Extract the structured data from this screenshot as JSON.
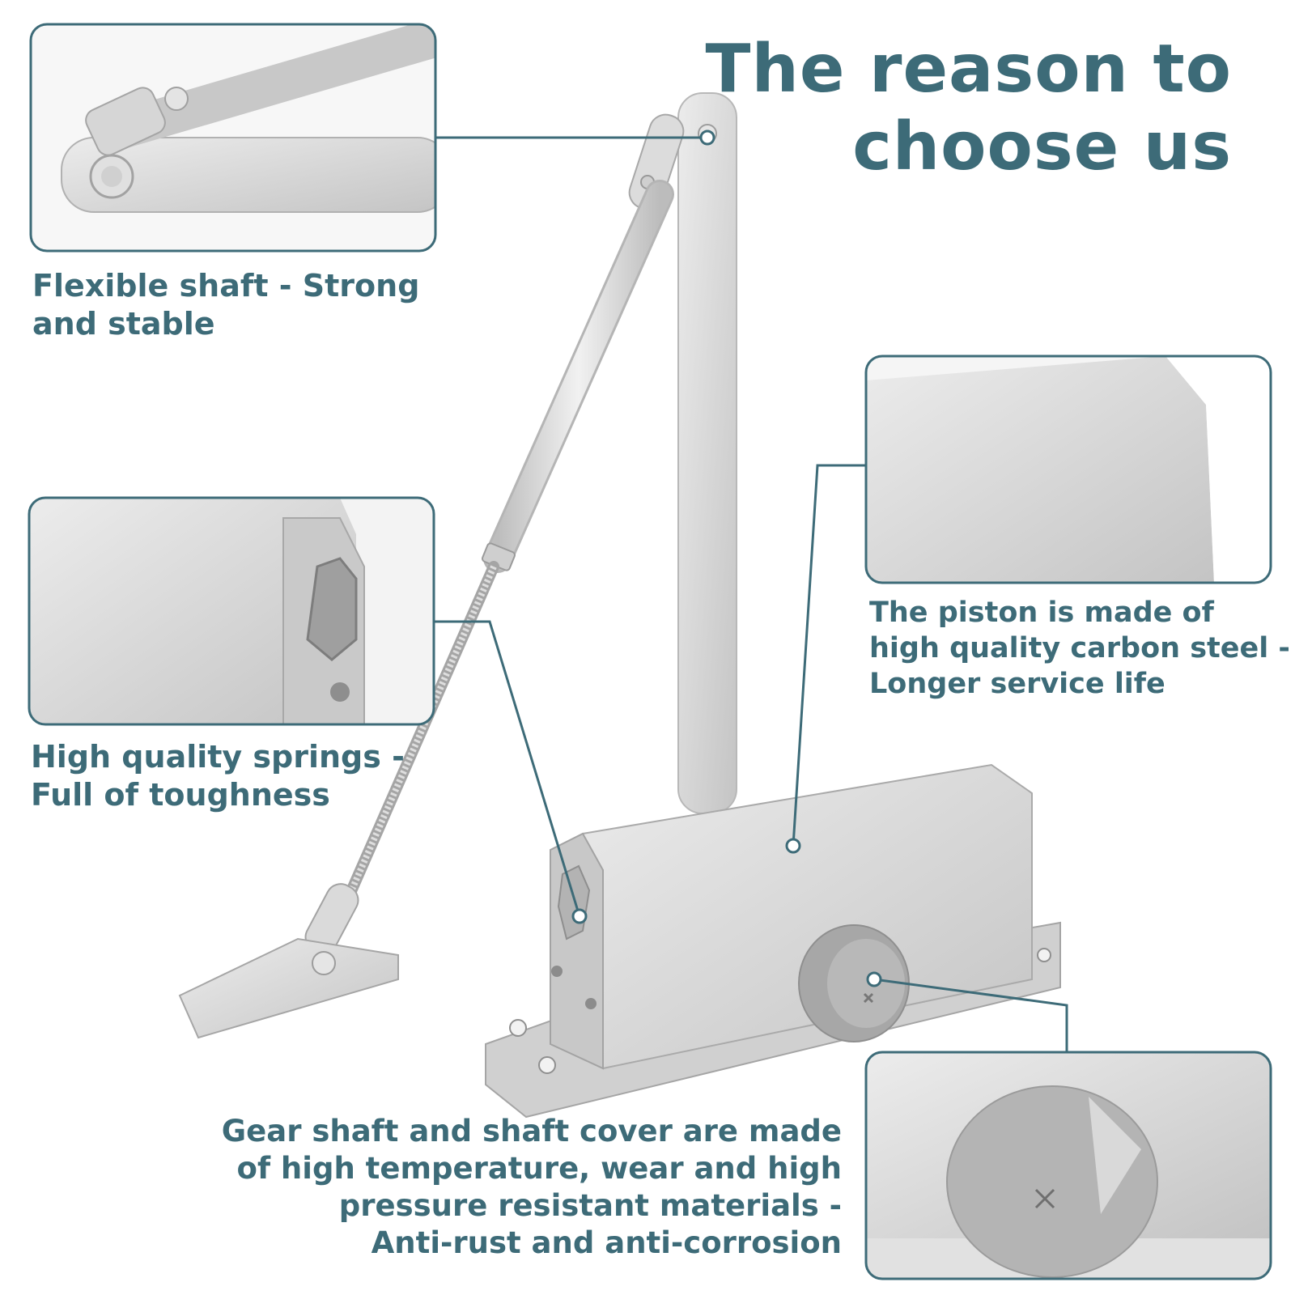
{
  "headline": {
    "line1": "The reason to",
    "line2": "choose us"
  },
  "features": [
    {
      "lines": [
        "Flexible shaft - Strong",
        "and stable"
      ]
    },
    {
      "lines": [
        "High quality springs -",
        "Full of toughness"
      ]
    },
    {
      "lines": [
        "The piston is made of",
        "high quality carbon steel -",
        "Longer service life"
      ]
    },
    {
      "lines": [
        "Gear shaft and shaft cover are made",
        "of high temperature, wear and high",
        "pressure resistant materials -",
        "Anti-rust and anti-corrosion"
      ]
    }
  ],
  "colors": {
    "accent": "#3d6b78",
    "metal": "#d4d4d4",
    "metal_dark": "#a9a9a9",
    "background": "#ffffff"
  }
}
